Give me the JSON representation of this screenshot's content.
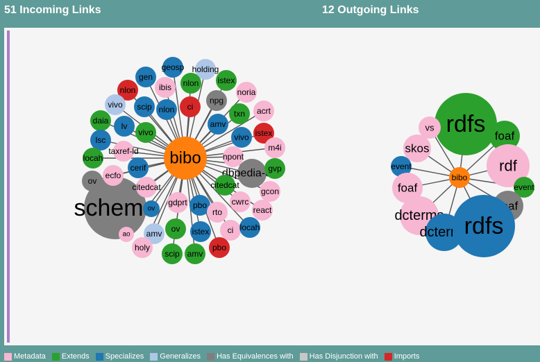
{
  "headers": {
    "incoming": "51 Incoming Links",
    "outgoing": "12 Outgoing Links"
  },
  "colors": {
    "Metadata": "#f7b6d2",
    "Extends": "#2ca02c",
    "Specializes": "#1f77b4",
    "Generalizes": "#aec7e8",
    "HasEquivalencesWith": "#7f7f7f",
    "HasDisjunctionWith": "#c7c7c7",
    "Imports": "#d62728",
    "Center": "#ff7f0e"
  },
  "legend": [
    {
      "label": "Metadata",
      "color": "#f7b6d2"
    },
    {
      "label": "Extends",
      "color": "#2ca02c"
    },
    {
      "label": "Specializes",
      "color": "#1f77b4"
    },
    {
      "label": "Generalizes",
      "color": "#aec7e8"
    },
    {
      "label": "Has Equivalences with",
      "color": "#7f7f7f"
    },
    {
      "label": "Has Disjunction with",
      "color": "#c7c7c7"
    },
    {
      "label": "Imports",
      "color": "#d62728"
    }
  ],
  "incoming": {
    "center": "bibo",
    "nodes": [
      {
        "label": "schema",
        "cat": "HasEquivalencesWith"
      },
      {
        "label": "dbpedia-owl",
        "cat": "HasEquivalencesWith"
      },
      {
        "label": "geosp",
        "cat": "Specializes"
      },
      {
        "label": "holding",
        "cat": "Generalizes"
      },
      {
        "label": "gen",
        "cat": "Specializes"
      },
      {
        "label": "ibis",
        "cat": "Metadata"
      },
      {
        "label": "nlon",
        "cat": "Extends"
      },
      {
        "label": "istex",
        "cat": "Extends"
      },
      {
        "label": "nlon",
        "cat": "Imports"
      },
      {
        "label": "noria",
        "cat": "Metadata"
      },
      {
        "label": "npg",
        "cat": "HasEquivalencesWith"
      },
      {
        "label": "ci",
        "cat": "Imports"
      },
      {
        "label": "vivo",
        "cat": "Generalizes"
      },
      {
        "label": "scip",
        "cat": "Specializes"
      },
      {
        "label": "nlon",
        "cat": "Specializes"
      },
      {
        "label": "txn",
        "cat": "Extends"
      },
      {
        "label": "acrt",
        "cat": "Metadata"
      },
      {
        "label": "daia",
        "cat": "Extends"
      },
      {
        "label": "lv",
        "cat": "Specializes"
      },
      {
        "label": "amv",
        "cat": "Specializes"
      },
      {
        "label": "vivo",
        "cat": "Extends"
      },
      {
        "label": "istex",
        "cat": "Imports"
      },
      {
        "label": "lsc",
        "cat": "Specializes"
      },
      {
        "label": "vivo",
        "cat": "Specializes"
      },
      {
        "label": "m4i",
        "cat": "Metadata"
      },
      {
        "label": "taxref-ld",
        "cat": "Metadata"
      },
      {
        "label": "locah",
        "cat": "Extends"
      },
      {
        "label": "npont",
        "cat": "Metadata"
      },
      {
        "label": "gvp",
        "cat": "Extends"
      },
      {
        "label": "cerif",
        "cat": "Specializes"
      },
      {
        "label": "ecfo",
        "cat": "Metadata"
      },
      {
        "label": "ov",
        "cat": "HasEquivalencesWith"
      },
      {
        "label": "citedcat",
        "cat": "Metadata"
      },
      {
        "label": "citedcat",
        "cat": "Extends"
      },
      {
        "label": "gcon",
        "cat": "Metadata"
      },
      {
        "label": "gdprt",
        "cat": "Metadata"
      },
      {
        "label": "cwrc",
        "cat": "Metadata"
      },
      {
        "label": "pbo",
        "cat": "Specializes"
      },
      {
        "label": "rto",
        "cat": "Metadata"
      },
      {
        "label": "react",
        "cat": "Metadata"
      },
      {
        "label": "ci",
        "cat": "Metadata"
      },
      {
        "label": "locah",
        "cat": "Specializes"
      },
      {
        "label": "ov",
        "cat": "Extends"
      },
      {
        "label": "istex",
        "cat": "Specializes"
      },
      {
        "label": "amv",
        "cat": "Generalizes"
      },
      {
        "label": "pbo",
        "cat": "Imports"
      },
      {
        "label": "holy",
        "cat": "Metadata"
      },
      {
        "label": "scip",
        "cat": "Extends"
      },
      {
        "label": "amv",
        "cat": "Extends"
      },
      {
        "label": "ao",
        "cat": "Metadata"
      },
      {
        "label": "ov",
        "cat": "Specializes"
      }
    ]
  },
  "outgoing": {
    "center": "bibo",
    "nodes": [
      {
        "label": "rdfs",
        "cat": "Extends"
      },
      {
        "label": "foaf",
        "cat": "Extends"
      },
      {
        "label": "vs",
        "cat": "Metadata"
      },
      {
        "label": "skos",
        "cat": "Metadata"
      },
      {
        "label": "rdf",
        "cat": "Metadata"
      },
      {
        "label": "event",
        "cat": "Specializes"
      },
      {
        "label": "event",
        "cat": "Extends"
      },
      {
        "label": "foaf",
        "cat": "Metadata"
      },
      {
        "label": "foaf",
        "cat": "HasEquivalencesWith"
      },
      {
        "label": "dcterms",
        "cat": "Metadata"
      },
      {
        "label": "dcterms",
        "cat": "Specializes"
      },
      {
        "label": "rdfs",
        "cat": "Specializes"
      }
    ]
  }
}
